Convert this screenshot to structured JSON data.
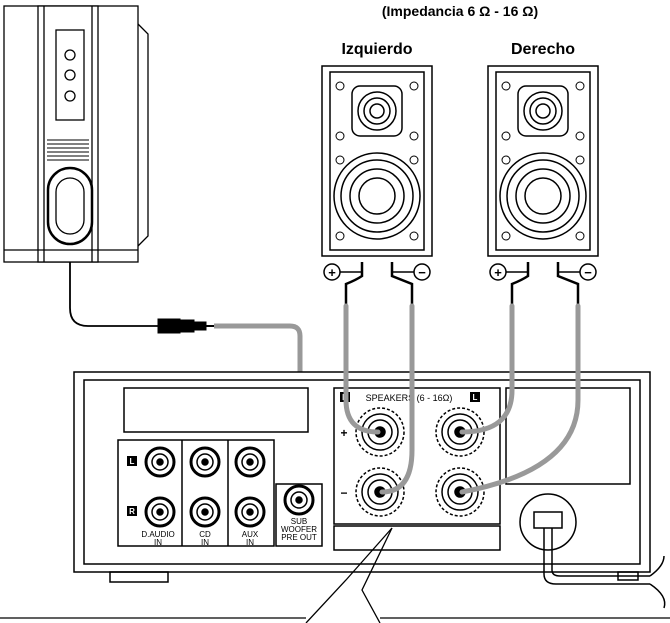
{
  "header": {
    "impedance": "(Impedancia 6 Ω - 16 Ω)"
  },
  "speakers": {
    "left_label": "Izquierdo",
    "right_label": "Derecho",
    "plus": "+",
    "minus": "−"
  },
  "amp_panel": {
    "speaker_terminal_label": "SPEAKERS (6 - 16Ω)",
    "channel_r": "R",
    "channel_l": "L",
    "terminal_plus": "+",
    "terminal_minus": "−",
    "inputs": [
      {
        "line1": "D.AUDIO",
        "line2": "IN"
      },
      {
        "line1": "CD",
        "line2": "IN"
      },
      {
        "line1": "AUX",
        "line2": "IN"
      }
    ],
    "subwoofer": {
      "line1": "SUB",
      "line2": "WOOFER",
      "line3": "PRE OUT"
    }
  }
}
